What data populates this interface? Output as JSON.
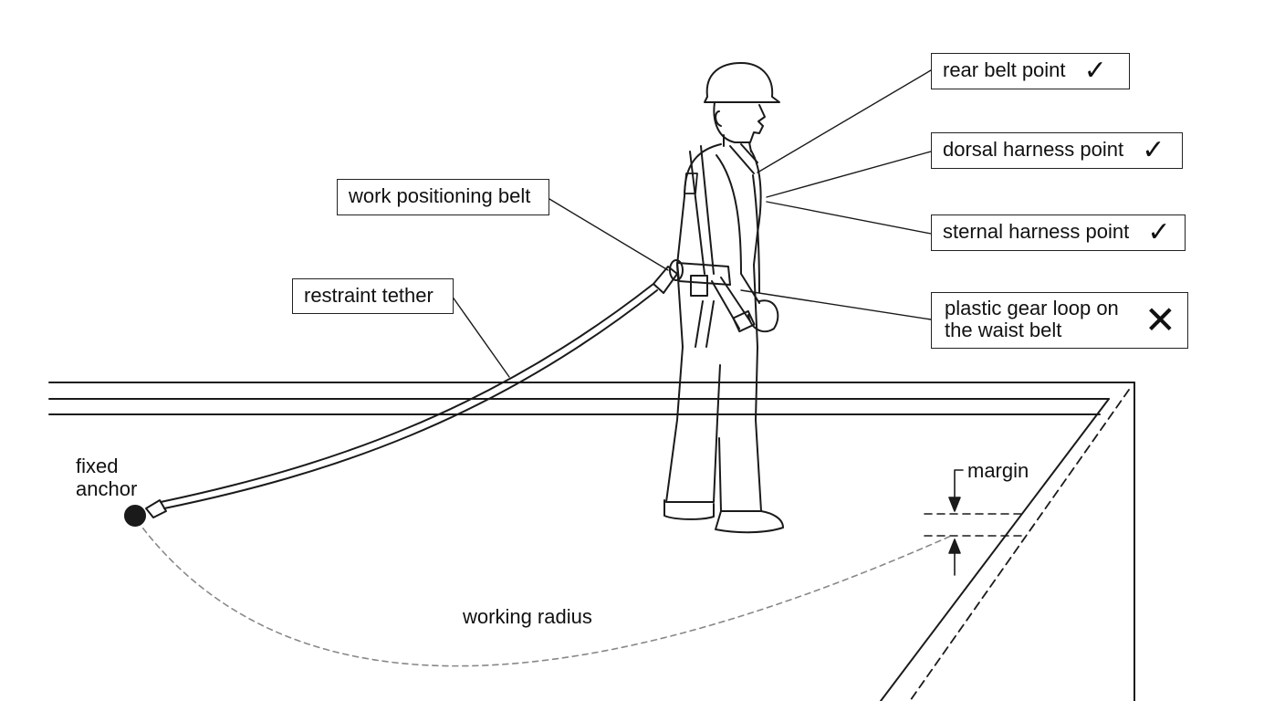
{
  "labels": {
    "rear_belt_point": "rear belt point",
    "dorsal_harness_point": "dorsal harness point",
    "sternal_harness_point": "sternal harness point",
    "work_positioning_belt": "work positioning belt",
    "restraint_tether": "restraint tether",
    "plastic_gear_loop_line1": "plastic gear loop on",
    "plastic_gear_loop_line2": "the waist belt",
    "fixed_anchor_line1": "fixed",
    "fixed_anchor_line2": "anchor",
    "margin": "margin",
    "working_radius": "working radius"
  },
  "marks": {
    "ok": "✓",
    "bad": "✕"
  },
  "verdicts": {
    "rear_belt_point": "ok",
    "dorsal_harness_point": "ok",
    "sternal_harness_point": "ok",
    "plastic_gear_loop": "bad"
  }
}
